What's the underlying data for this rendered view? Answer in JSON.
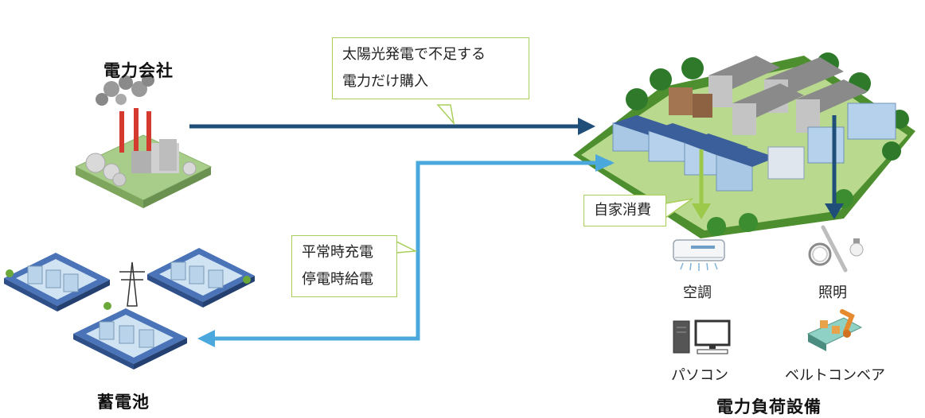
{
  "titles": {
    "power_company": "電力会社",
    "battery": "蓄電池",
    "facility": "電力負荷設備"
  },
  "callouts": {
    "purchase": [
      "太陽光発電で不足する",
      "電力だけ購入"
    ],
    "self_consumption": "自家消費",
    "battery_mode": [
      "平常時充電",
      "停電時給電"
    ]
  },
  "devices": {
    "ac": "空調",
    "lighting": "照明",
    "pc": "パソコン",
    "conveyor": "ベルトコンベア"
  },
  "colors": {
    "dark_arrow": "#1f4e79",
    "light_arrow": "#4aa8dc",
    "green_arrow": "#9cc94a",
    "callout_border": "#a9cf5a"
  },
  "icons": [
    "power-plant-icon",
    "battery-site-icon",
    "factory-icon",
    "air-conditioner-icon",
    "lighting-icon",
    "pc-icon",
    "conveyor-robot-icon"
  ]
}
